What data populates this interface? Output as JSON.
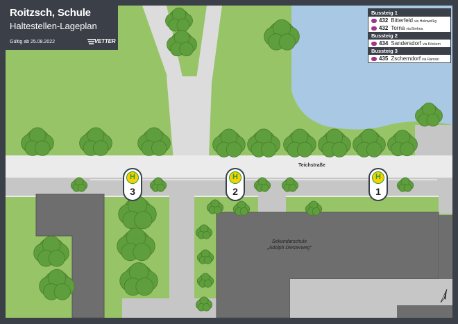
{
  "title": {
    "place": "Roitzsch, Schule",
    "subtitle": "Haltestellen-Lageplan",
    "valid_from": "Gültig ab 25.08.2022",
    "logo_text": "VETTER"
  },
  "legend": [
    {
      "header": "Bussteig 1",
      "lines": [
        {
          "line": "432",
          "destination": "Bitterfeld",
          "via": "via Holzweißig"
        },
        {
          "line": "432",
          "destination": "Torna",
          "via": "via Brehna"
        }
      ]
    },
    {
      "header": "Bussteig 2",
      "lines": [
        {
          "line": "434",
          "destination": "Sandersdorf",
          "via": "via Köckern"
        }
      ]
    },
    {
      "header": "Bussteig 3",
      "lines": [
        {
          "line": "435",
          "destination": "Zscherndorf",
          "via": "via Ramsin"
        }
      ]
    }
  ],
  "street_name": "Teichstraße",
  "school_label": [
    "Sekundarschule",
    "„Adolph Diesterweg“"
  ],
  "stops": [
    {
      "number": "3",
      "symbol": "H"
    },
    {
      "number": "2",
      "symbol": "H"
    },
    {
      "number": "1",
      "symbol": "H"
    }
  ],
  "colors": {
    "grass": "#98c468",
    "water": "#a8c8e4",
    "road": "#c6c6c6",
    "building": "#6e6e6e",
    "tree": "#5e9e3c",
    "frame": "#3a3f48",
    "stop_yellow": "#f7d200",
    "stop_green": "#2f9c3c",
    "bus_line": "#a0368a"
  },
  "icons": [
    "bus-icon",
    "north-arrow-icon",
    "bus-stop-icon"
  ]
}
